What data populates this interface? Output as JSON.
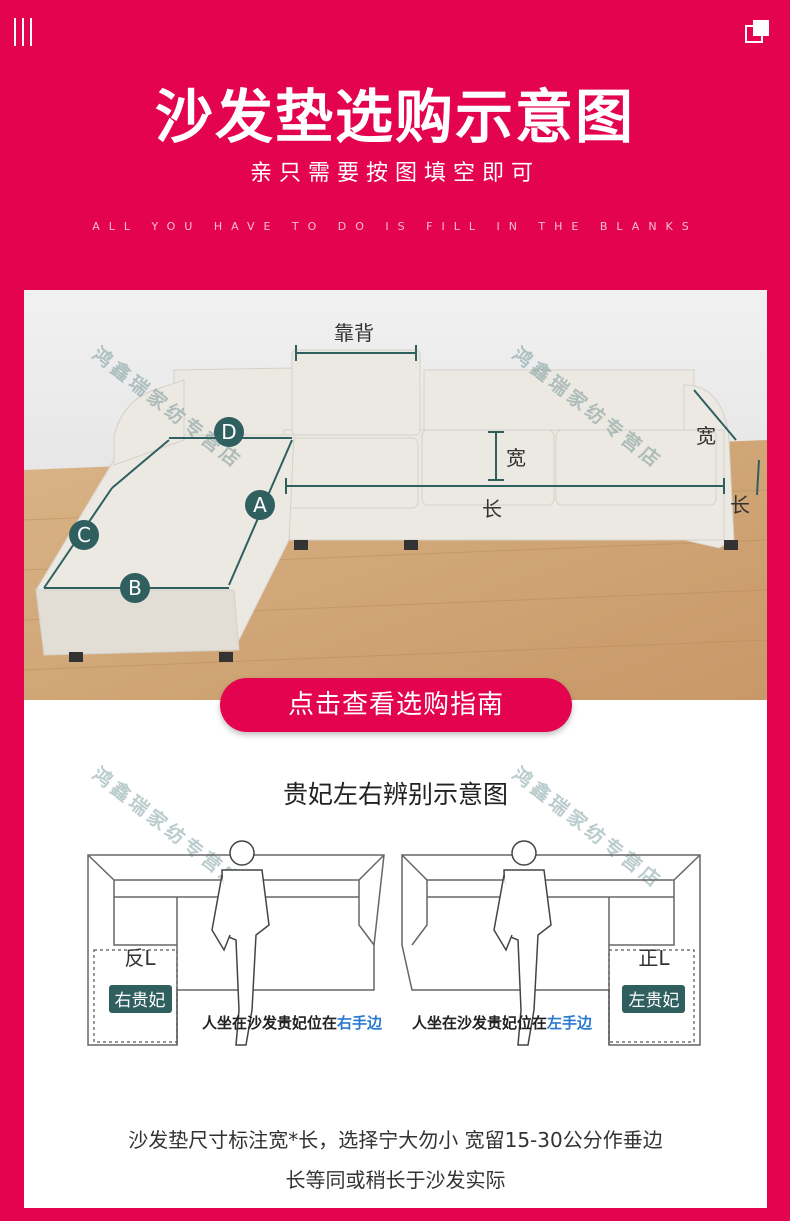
{
  "header": {
    "title": "沙发垫选购示意图",
    "subtitle": "亲只需要按图填空即可",
    "english": "ALL YOU HAVE TO DO IS FILL IN THE BLANKS"
  },
  "photo": {
    "labels": {
      "backrest": "靠背",
      "width": "宽",
      "length": "长",
      "arm_width": "宽",
      "arm_length": "长",
      "a": "A",
      "b": "B",
      "c": "C",
      "d": "D"
    },
    "watermark": "鸿鑫瑞家纺专营店"
  },
  "cta": {
    "label": "点击查看选购指南"
  },
  "diagram": {
    "title": "贵妃左右辨别示意图",
    "left": {
      "type": "反L",
      "badge": "右贵妃",
      "caption_prefix": "人坐在沙发贵妃位在",
      "caption_highlight": "右手边"
    },
    "right": {
      "type": "正L",
      "badge": "左贵妃",
      "caption_prefix": "人坐在沙发贵妃位在",
      "caption_highlight": "左手边"
    },
    "watermark": "鸿鑫瑞家纺专营店"
  },
  "note": {
    "line1": "沙发垫尺寸标注宽*长，选择宁大勿小 宽留15-30公分作垂边",
    "line2": "长等同或稍长于沙发实际"
  },
  "colors": {
    "accent": "#e4034f",
    "label_teal": "#2f5f5f",
    "highlight_blue": "#2a7ad0"
  }
}
